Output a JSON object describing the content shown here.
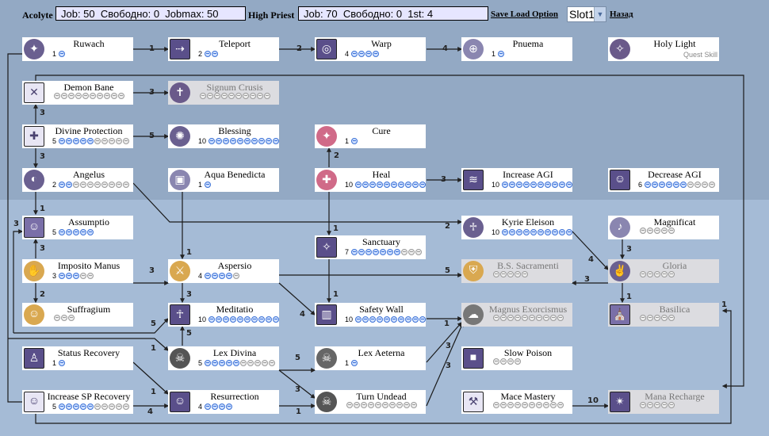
{
  "header": {
    "class1_label": "Acolyte",
    "class1_info": "Job: 50  Свободно: 0  Jobmax: 50",
    "class2_label": "High Priest",
    "class2_info": "Job: 70  Свободно: 0  1st: 4",
    "save_load_label": "Save Load Option",
    "slot_value": "Slot1",
    "back_label": "Назад"
  },
  "colors": {
    "background_top": "#93a9c4",
    "background_bottom": "#a5bbd6",
    "info_box": "#e6e6ff",
    "dot_learned": "#3d72d6",
    "dot_unlearned": "#9a9a9a",
    "locked_box": "#dcdce0"
  },
  "skills": [
    {
      "id": "ruwach",
      "name": "Ruwach",
      "level": 1,
      "max": 1,
      "icon": "ruwach-icon",
      "locked": false
    },
    {
      "id": "teleport",
      "name": "Teleport",
      "level": 2,
      "max": 2,
      "icon": "teleport-icon",
      "locked": false
    },
    {
      "id": "warp",
      "name": "Warp",
      "level": 4,
      "max": 4,
      "icon": "warp-icon",
      "locked": false
    },
    {
      "id": "pnuema",
      "name": "Pnuema",
      "level": 1,
      "max": 1,
      "icon": "pnuema-icon",
      "locked": false
    },
    {
      "id": "holy-light",
      "name": "Holy Light",
      "level": null,
      "max": 0,
      "icon": "holy-light-icon",
      "locked": false,
      "note": "Quest Skill"
    },
    {
      "id": "demon-bane",
      "name": "Demon Bane",
      "level": null,
      "max": 10,
      "icon": "demon-bane-icon",
      "locked": false
    },
    {
      "id": "signum-crusis",
      "name": "Signum Crusis",
      "level": null,
      "max": 10,
      "icon": "signum-crusis-icon",
      "locked": true
    },
    {
      "id": "divine-protection",
      "name": "Divine Protection",
      "level": 5,
      "max": 10,
      "icon": "divine-protection-icon",
      "locked": false
    },
    {
      "id": "blessing",
      "name": "Blessing",
      "level": 10,
      "max": 10,
      "icon": "blessing-icon",
      "locked": false
    },
    {
      "id": "cure",
      "name": "Cure",
      "level": 1,
      "max": 1,
      "icon": "cure-icon",
      "locked": false
    },
    {
      "id": "angelus",
      "name": "Angelus",
      "level": 2,
      "max": 10,
      "icon": "angelus-icon",
      "locked": false
    },
    {
      "id": "aqua-benedicta",
      "name": "Aqua Benedicta",
      "level": 1,
      "max": 1,
      "icon": "aqua-benedicta-icon",
      "locked": false
    },
    {
      "id": "heal",
      "name": "Heal",
      "level": 10,
      "max": 10,
      "icon": "heal-icon",
      "locked": false
    },
    {
      "id": "increase-agi",
      "name": "Increase AGI",
      "level": 10,
      "max": 10,
      "icon": "increase-agi-icon",
      "locked": false
    },
    {
      "id": "decrease-agi",
      "name": "Decrease AGI",
      "level": 6,
      "max": 10,
      "icon": "decrease-agi-icon",
      "locked": false
    },
    {
      "id": "assumptio",
      "name": "Assumptio",
      "level": 5,
      "max": 5,
      "icon": "assumptio-icon",
      "locked": false
    },
    {
      "id": "kyrie-eleison",
      "name": "Kyrie Eleison",
      "level": 10,
      "max": 10,
      "icon": "kyrie-eleison-icon",
      "locked": false
    },
    {
      "id": "magnificat",
      "name": "Magnificat",
      "level": null,
      "max": 5,
      "icon": "magnificat-icon",
      "locked": false
    },
    {
      "id": "sanctuary",
      "name": "Sanctuary",
      "level": 7,
      "max": 10,
      "icon": "sanctuary-icon",
      "locked": false
    },
    {
      "id": "imposito-manus",
      "name": "Imposito Manus",
      "level": 3,
      "max": 5,
      "icon": "imposito-manus-icon",
      "locked": false
    },
    {
      "id": "aspersio",
      "name": "Aspersio",
      "level": 4,
      "max": 5,
      "icon": "aspersio-icon",
      "locked": false
    },
    {
      "id": "bs-sacramenti",
      "name": "B.S. Sacramenti",
      "level": null,
      "max": 5,
      "icon": "bs-sacramenti-icon",
      "locked": true
    },
    {
      "id": "gloria",
      "name": "Gloria",
      "level": null,
      "max": 5,
      "icon": "gloria-icon",
      "locked": true
    },
    {
      "id": "suffragium",
      "name": "Suffragium",
      "level": null,
      "max": 3,
      "icon": "suffragium-icon",
      "locked": false
    },
    {
      "id": "meditatio",
      "name": "Meditatio",
      "level": 10,
      "max": 10,
      "icon": "meditatio-icon",
      "locked": false
    },
    {
      "id": "safety-wall",
      "name": "Safety Wall",
      "level": 10,
      "max": 10,
      "icon": "safety-wall-icon",
      "locked": false
    },
    {
      "id": "magnus-exorcismus",
      "name": "Magnus Exorcismus",
      "level": null,
      "max": 10,
      "icon": "magnus-exorcismus-icon",
      "locked": true
    },
    {
      "id": "basilica",
      "name": "Basilica",
      "level": null,
      "max": 5,
      "icon": "basilica-icon",
      "locked": true
    },
    {
      "id": "status-recovery",
      "name": "Status Recovery",
      "level": 1,
      "max": 1,
      "icon": "status-recovery-icon",
      "locked": false
    },
    {
      "id": "lex-divina",
      "name": "Lex Divina",
      "level": 5,
      "max": 10,
      "icon": "lex-divina-icon",
      "locked": false
    },
    {
      "id": "lex-aeterna",
      "name": "Lex Aeterna",
      "level": 1,
      "max": 1,
      "icon": "lex-aeterna-icon",
      "locked": false
    },
    {
      "id": "slow-poison",
      "name": "Slow Poison",
      "level": null,
      "max": 4,
      "icon": "slow-poison-icon",
      "locked": false
    },
    {
      "id": "increase-sp-recovery",
      "name": "Increase SP Recovery",
      "level": 5,
      "max": 10,
      "icon": "increase-sp-recovery-icon",
      "locked": false
    },
    {
      "id": "resurrection",
      "name": "Resurrection",
      "level": 4,
      "max": 4,
      "icon": "resurrection-icon",
      "locked": false
    },
    {
      "id": "turn-undead",
      "name": "Turn Undead",
      "level": null,
      "max": 10,
      "icon": "turn-undead-icon",
      "locked": false
    },
    {
      "id": "mace-mastery",
      "name": "Mace Mastery",
      "level": null,
      "max": 10,
      "icon": "mace-mastery-icon",
      "locked": false
    },
    {
      "id": "mana-recharge",
      "name": "Mana Recharge",
      "level": null,
      "max": 5,
      "icon": "mana-recharge-icon",
      "locked": true
    }
  ],
  "prerequisite_labels": [
    "1",
    "2",
    "4",
    "3",
    "3",
    "5",
    "3",
    "2",
    "3",
    "1",
    "3",
    "2",
    "1",
    "3",
    "3",
    "4",
    "1",
    "3",
    "5",
    "4",
    "3",
    "2",
    "5",
    "3",
    "5",
    "1",
    "1",
    "1",
    "5",
    "1",
    "3",
    "3",
    "1",
    "4",
    "1",
    "10",
    "1",
    "3"
  ]
}
